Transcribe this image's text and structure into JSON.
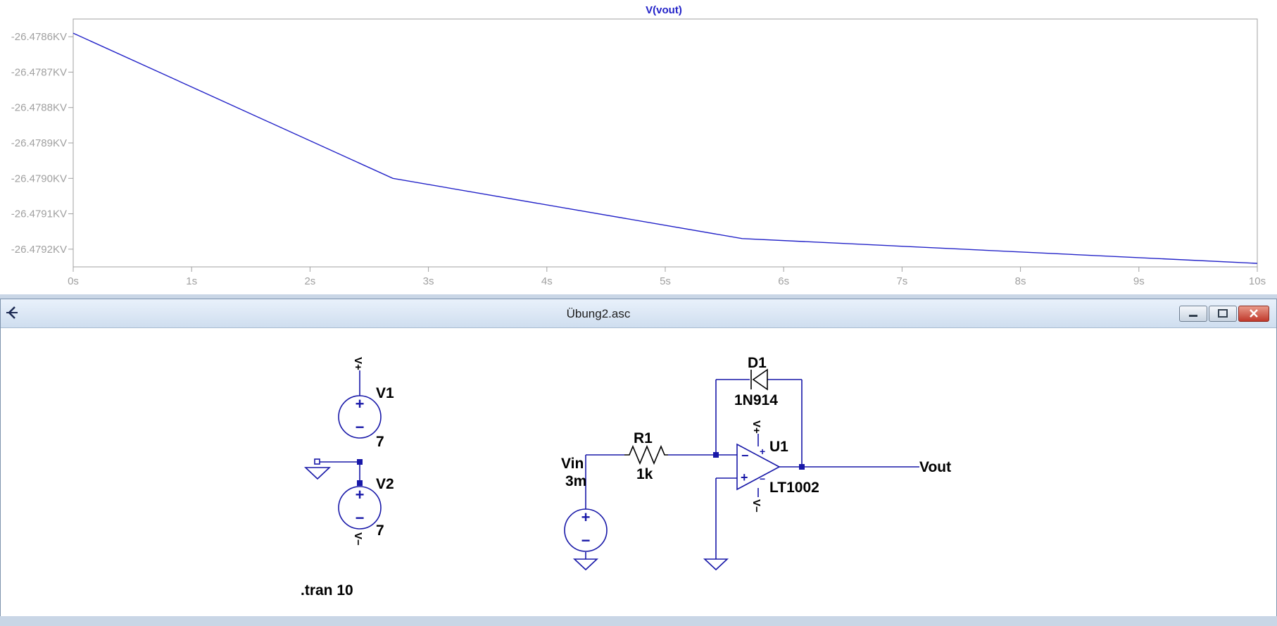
{
  "plot": {
    "trace_label": "V(vout)",
    "trace_color": "#2323c8",
    "axis_color": "#a0a0a0",
    "chart_data": {
      "type": "line",
      "title": "V(vout)",
      "xlabel": "",
      "ylabel": "",
      "x_ticks": [
        "0s",
        "1s",
        "2s",
        "3s",
        "4s",
        "5s",
        "6s",
        "7s",
        "8s",
        "9s",
        "10s"
      ],
      "y_ticks": [
        "-26.4786KV",
        "-26.4787KV",
        "-26.4788KV",
        "-26.4789KV",
        "-26.4790KV",
        "-26.4791KV",
        "-26.4792KV"
      ],
      "xlim": [
        0,
        10
      ],
      "ylim": [
        -26.47925,
        -26.47855
      ],
      "series": [
        {
          "name": "V(vout)",
          "x": [
            0,
            2.7,
            5.65,
            10
          ],
          "y": [
            -26.47859,
            -26.479,
            -26.47917,
            -26.47924
          ]
        }
      ]
    }
  },
  "window": {
    "title": "Übung2.asc",
    "app_icon": "ltspice-icon",
    "controls": {
      "minimize": "minimize-icon",
      "maximize": "maximize-icon",
      "close": "close-icon"
    }
  },
  "schematic": {
    "wire_color": "#1818a8",
    "V1": {
      "name": "V1",
      "value": "7"
    },
    "V2": {
      "name": "V2",
      "value": "7"
    },
    "Vin": {
      "name": "Vin",
      "value": "3m"
    },
    "R1": {
      "name": "R1",
      "value": "1k"
    },
    "D1": {
      "name": "D1",
      "model": "1N914"
    },
    "U1": {
      "name": "U1",
      "model": "LT1002"
    },
    "vout_label": "Vout",
    "directive": ".tran 10",
    "plus": "+",
    "minus": "−",
    "vplus": "V+",
    "vminus": "V−"
  }
}
